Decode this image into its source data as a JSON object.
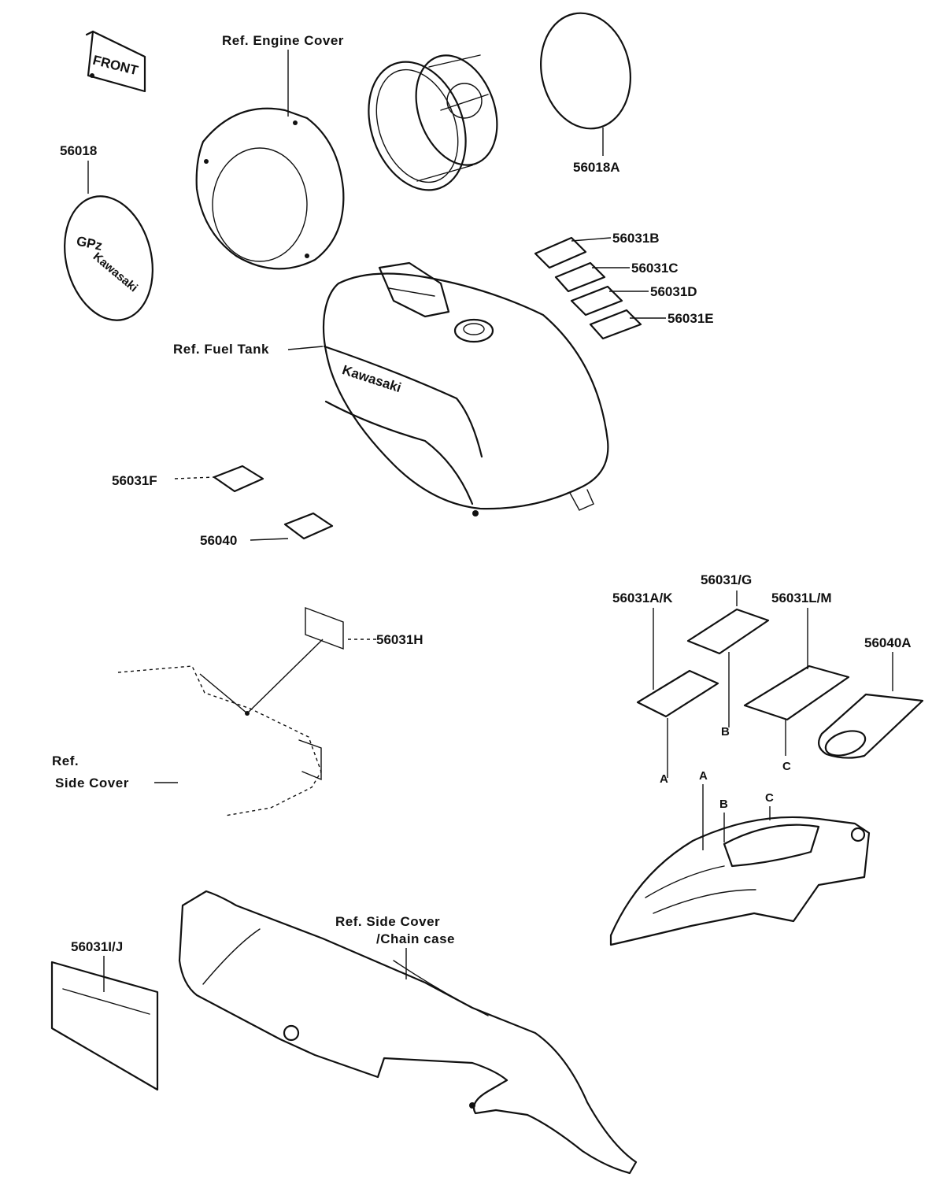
{
  "parts": {
    "front_decal": "FRONT",
    "emblem_text": "GPz",
    "emblem_sub": "Kawasaki",
    "tank_brand": "Kawasaki",
    "p_56018": "56018",
    "p_56018A": "56018A",
    "p_56031B": "56031B",
    "p_56031C": "56031C",
    "p_56031D": "56031D",
    "p_56031E": "56031E",
    "p_56031F": "56031F",
    "p_56040": "56040",
    "p_56031H": "56031H",
    "p_56031G": "56031/G",
    "p_56031AK": "56031A/K",
    "p_56031LM": "56031L/M",
    "p_56040A": "56040A",
    "p_56031IJ": "56031I/J"
  },
  "refs": {
    "engine_cover": "Ref. Engine Cover",
    "fuel_tank": "Ref. Fuel Tank",
    "side_cover_1": "Ref.",
    "side_cover_2": "Side Cover",
    "chain_case_1": "Ref. Side Cover",
    "chain_case_2": "/Chain case"
  },
  "markers": {
    "a_top": "A",
    "b_top": "B",
    "c_top": "C",
    "a_low": "A",
    "b_low": "B",
    "c_low": "C"
  }
}
